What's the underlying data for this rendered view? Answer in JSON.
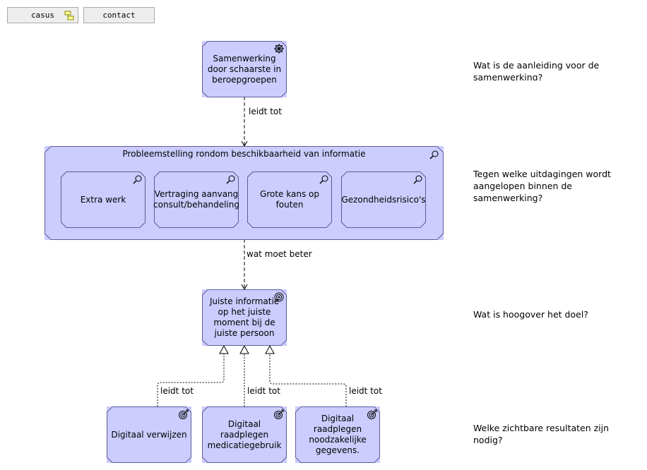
{
  "tabs": {
    "casus": "casus",
    "contact": "contact"
  },
  "nodes": {
    "aanleiding": "Samenwerking door schaarste in beroepgroepen",
    "probleem": "Probleemstelling rondom beschikbaarheid van informatie",
    "extra_werk": "Extra werk",
    "vertraging": "Vertraging aanvang consult/behandeling",
    "fouten": "Grote kans op fouten",
    "gezondheid": "Gezondheidsrisico's",
    "doel": "Juiste informatie op het juiste moment bij de juiste persoon",
    "verwijzen": "Digitaal verwijzen",
    "medicatie": "Digitaal raadplegen medicatiegebruik",
    "gegevens": "Digitaal raadplegen noodzakelijke gegevens."
  },
  "relations": {
    "r1": "leidt tot",
    "r2": "wat moet beter",
    "r3": "leidt tot",
    "r4": "leidt tot",
    "r5": "leidt tot"
  },
  "questions": {
    "q1": "Wat is de aanleiding voor de samenwerking?",
    "q2": "Tegen welke uitdagingen wordt aangelopen binnen de samenwerking?",
    "q3": "Wat is hoogover het doel?",
    "q4": "Welke zichtbare resultaten zijn nodig?"
  },
  "colors": {
    "node_fill": "#ccccff",
    "node_stroke": "#5c5c99"
  },
  "icons": {
    "aanleiding": "driver-icon",
    "probleem": "assessment-icon",
    "doel": "goal-icon",
    "resultaat": "outcome-icon"
  }
}
